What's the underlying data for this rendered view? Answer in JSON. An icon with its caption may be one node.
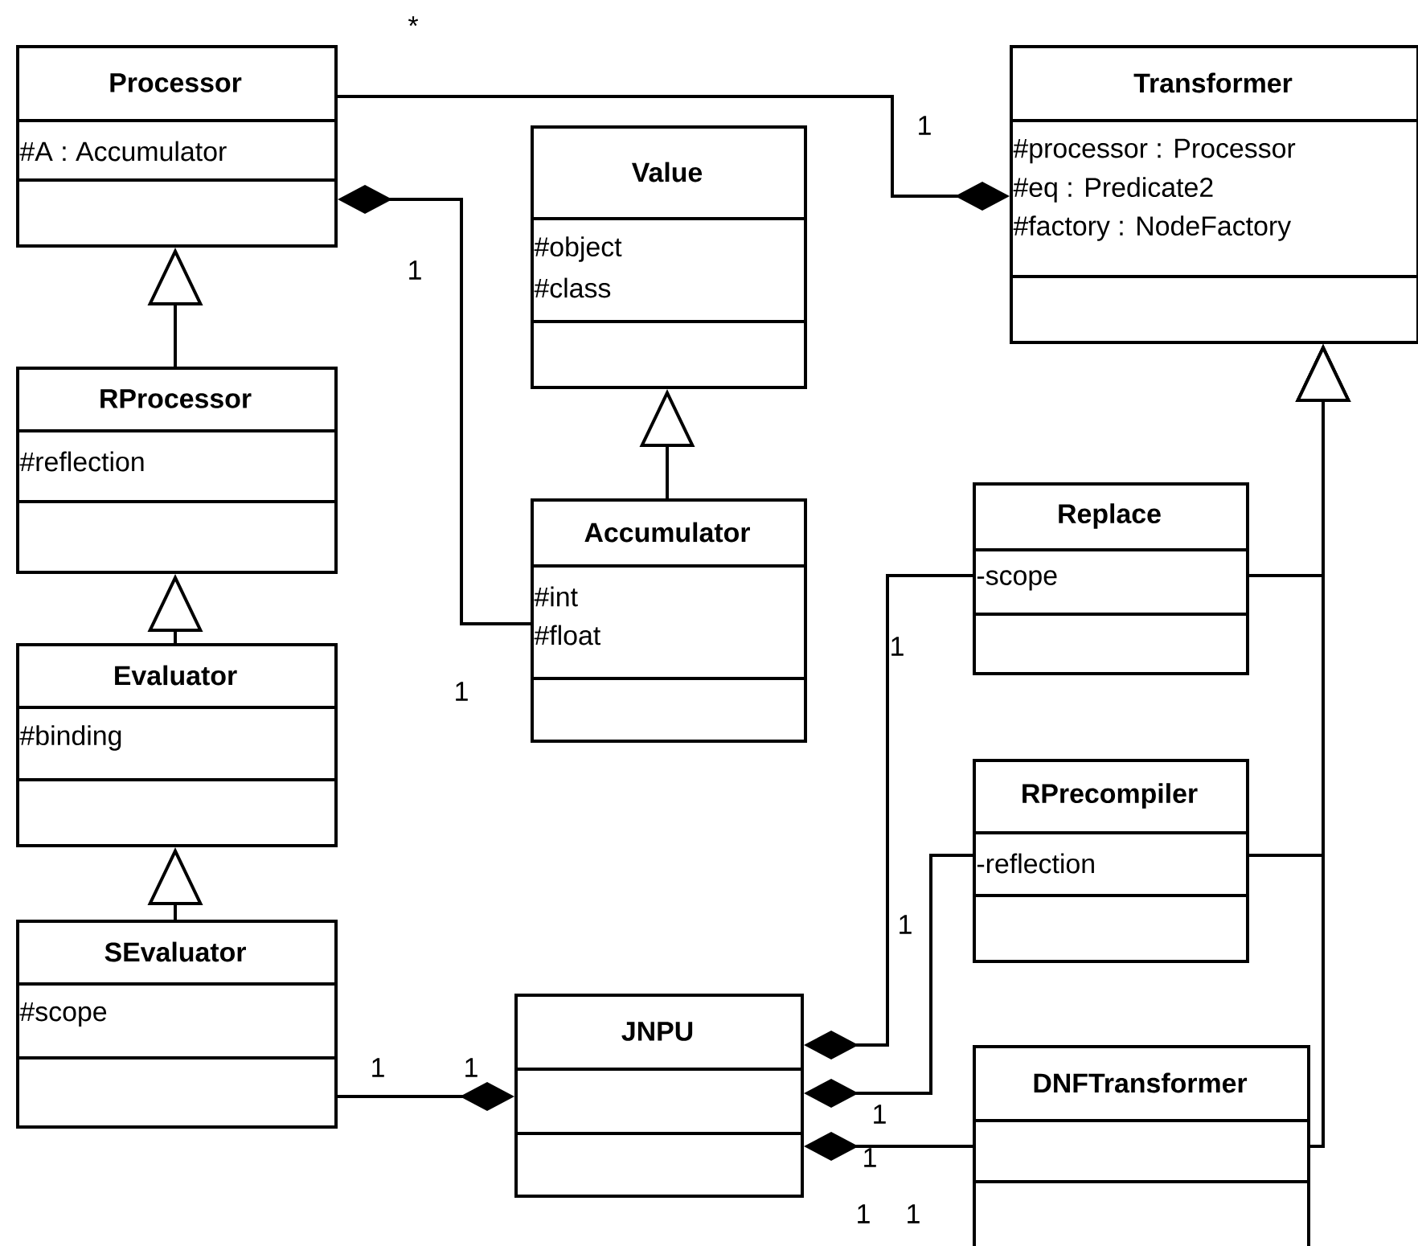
{
  "diagram": {
    "nodes": [
      {
        "text": [
          "Processor",
          "#A : Accumulator"
        ]
      },
      {
        "text": [
          "Transformer",
          "#processor : Processor",
          "#eq : Predicate2",
          "#factory : NodeFactory"
        ]
      },
      {
        "text": [
          "Value",
          "#object",
          "#class"
        ]
      },
      {
        "text": [
          "RProcessor",
          "#reflection"
        ]
      },
      {
        "text": [
          "Accumulator",
          "#int",
          "#float"
        ]
      },
      {
        "text": [
          "Replace",
          "-scope"
        ]
      },
      {
        "text": [
          "Evaluator",
          "#binding"
        ]
      },
      {
        "text": [
          "RPrecompiler",
          "-reflection"
        ]
      },
      {
        "text": [
          "SEvaluator",
          "#scope"
        ]
      },
      {
        "text": [
          "JNPU"
        ]
      },
      {
        "text": [
          "DNFTransformer"
        ]
      }
    ],
    "edges": [
      {
        "from": 0,
        "to": 1,
        "arrow": "other"
      },
      {
        "from": 4,
        "to": 0,
        "arrow": "other"
      },
      {
        "from": 3,
        "to": 0,
        "arrow": "to"
      },
      {
        "from": 6,
        "to": 3,
        "arrow": "to"
      },
      {
        "from": 8,
        "to": 6,
        "arrow": "to"
      },
      {
        "from": 4,
        "to": 2,
        "arrow": "to"
      },
      {
        "from": 5,
        "to": 1,
        "arrow": "to"
      },
      {
        "from": 7,
        "to": 1,
        "arrow": "to"
      },
      {
        "from": 10,
        "to": 1,
        "arrow": "to"
      },
      {
        "from": 8,
        "to": 9,
        "arrow": "other"
      },
      {
        "from": 5,
        "to": 9,
        "arrow": "other"
      },
      {
        "from": 7,
        "to": 9,
        "arrow": "other"
      },
      {
        "from": 10,
        "to": 9,
        "arrow": "other"
      }
    ],
    "labels": [
      "*",
      "1",
      "1",
      "1",
      "1",
      "1",
      "1",
      "1",
      "1",
      "1",
      "1",
      "1"
    ]
  }
}
